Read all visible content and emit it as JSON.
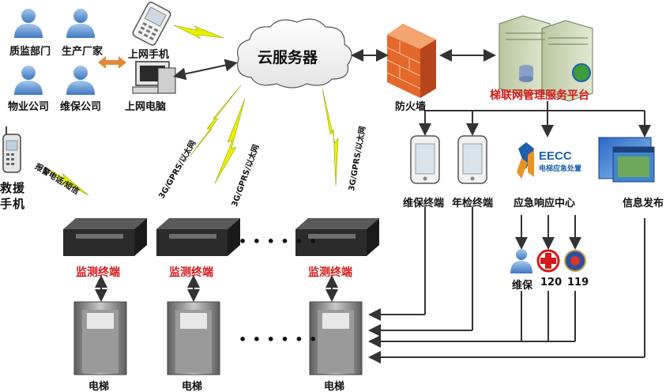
{
  "top_left": {
    "users": [
      "质监部门",
      "生产厂家",
      "物业公司",
      "维保公司"
    ],
    "devices": [
      "上网手机",
      "上网电脑"
    ]
  },
  "cloud_label": "云服务器",
  "firewall_label": "防火墙",
  "platform_label": "梯联网管理服务平台",
  "rescue_phone": "救援手机",
  "alarm_link": "报警电话/短信",
  "links": [
    "3G/GPRS/以太网",
    "3G/GPRS/以太网",
    "3G/GPRS/以太网"
  ],
  "terminal_label": "监测终端",
  "elevator_label": "电梯",
  "dots": "• • • • • •",
  "terminals_right": [
    "维保终端",
    "年检终端"
  ],
  "eecc": {
    "logo": "EECC",
    "sub": "电梯应急处置",
    "label": "应急响应中心"
  },
  "info_label": "信息发布",
  "responders": [
    "维保",
    "120",
    "119"
  ],
  "colors": {
    "accent_red": "#d41a1a",
    "line": "#333333",
    "lightning": "#e8f000",
    "arrow_orange": "#e08a3c"
  }
}
